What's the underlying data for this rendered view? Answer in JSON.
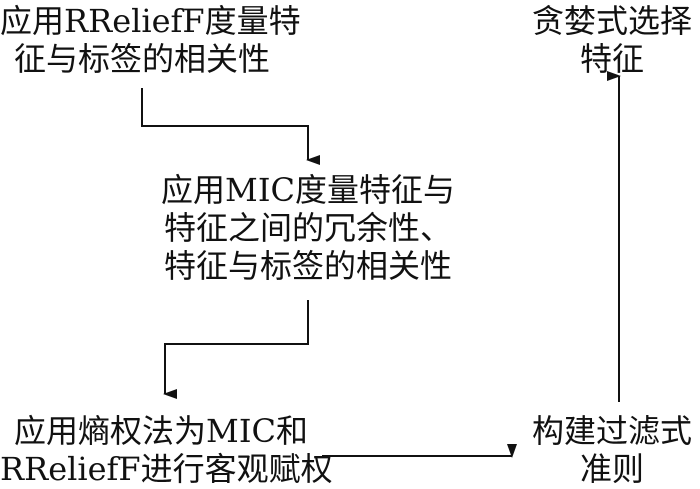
{
  "nodes": {
    "rrelieff_relevance": {
      "lines": [
        "应用RReliefF度量特",
        "征与标签的相关性"
      ]
    },
    "mic_redundancy": {
      "lines": [
        "应用MIC度量特征与",
        "特征之间的冗余性、",
        "特征与标签的相关性"
      ]
    },
    "entropy_weighting": {
      "lines": [
        "应用熵权法为MIC和",
        "RReliefF进行客观赋权"
      ]
    },
    "filter_criterion": {
      "lines": [
        "构建过滤式",
        "准则"
      ]
    },
    "greedy_selection": {
      "lines": [
        "贪婪式选择",
        "特征"
      ]
    }
  },
  "colors": {
    "text": "#111111",
    "line": "#111111",
    "background": "#ffffff"
  }
}
